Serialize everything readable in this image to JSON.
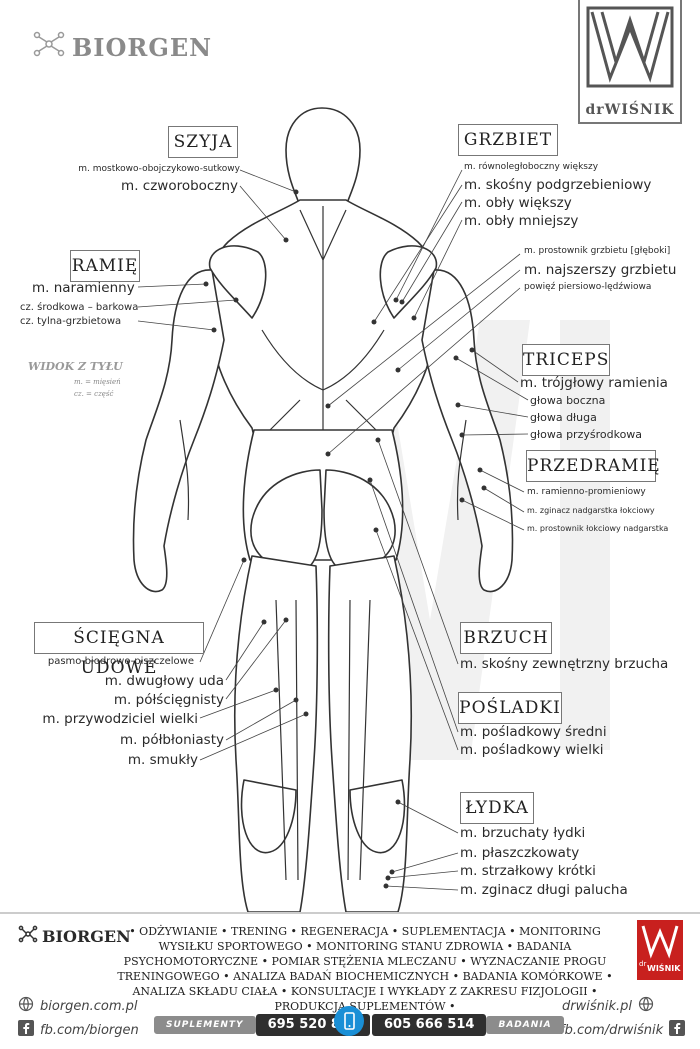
{
  "brand": {
    "name": "BIORGEN",
    "partner": "drWIŚNIK"
  },
  "view_label": "WIDOK Z TYŁU",
  "legend": [
    "m. = mięsień",
    "cz. = część"
  ],
  "groups": {
    "neck": {
      "title": "SZYJA",
      "items": [
        "m. mostkowo-obojczykowo-sutkowy",
        "m. czworoboczny"
      ]
    },
    "arm": {
      "title": "RAMIĘ",
      "items": [
        "m. naramienny",
        "cz. środkowa – barkowa",
        "cz. tylna-grzbietowa"
      ]
    },
    "back": {
      "title": "GRZBIET",
      "items": [
        "m. równoległoboczny większy",
        "m. skośny podgrzebieniowy",
        "m. obły większy",
        "m. obły mniejszy",
        "m. prostownik grzbietu [głęboki]",
        "m. najszerszy grzbietu",
        "powięź piersiowo-lędźwiowa"
      ]
    },
    "triceps": {
      "title": "TRICEPS",
      "items": [
        "m. trójgłowy ramienia",
        "głowa boczna",
        "głowa długa",
        "głowa przyśrodkowa"
      ]
    },
    "forearm": {
      "title": "PRZEDRAMIĘ",
      "items": [
        "m. ramienno-promieniowy",
        "m. zginacz nadgarstka łokciowy",
        "m. prostownik łokciowy nadgarstka"
      ]
    },
    "hamstrings": {
      "title": "ŚCIĘGNA UDOWE",
      "items": [
        "pasmo biodrowo-piszczelowe",
        "m. dwugłowy uda",
        "m. półścięgnisty",
        "m. przywodziciel wielki",
        "m. półbłoniasty",
        "m. smukły"
      ]
    },
    "abs": {
      "title": "BRZUCH",
      "items": [
        "m. skośny zewnętrzny brzucha"
      ]
    },
    "glutes": {
      "title": "POŚLADKI",
      "items": [
        "m. pośladkowy średni",
        "m. pośladkowy wielki"
      ]
    },
    "calf": {
      "title": "ŁYDKA",
      "items": [
        "m. brzuchaty łydki",
        "m. płaszczkowaty",
        "m. strzałkowy krótki",
        "m. zginacz długi palucha"
      ]
    }
  },
  "footer": {
    "brand": "BIORGEN",
    "services": "• ODŻYWIANIE • TRENING • REGENERACJA • SUPLEMENTACJA • MONITORING WYSIŁKU SPORTOWEGO • MONITORING STANU ZDROWIA • BADANIA PSYCHOMOTORYCZNE • POMIAR STĘŻENIA MLECZANU • WYZNACZANIE PROGU TRENINGOWEGO • ANALIZA BADAŃ BIOCHEMICZNYCH • BADANIA KOMÓRKOWE • ANALIZA SKŁADU CIAŁA • KONSULTACJE I WYKŁADY Z ZAKRESU FIZJOLOGII • PRODUKCJA SUPLEMENTÓW •",
    "web_left": "biorgen.com.pl",
    "fb_left": "fb.com/biorgen",
    "web_right": "drwiśnik.pl",
    "fb_right": "fb.com/drwiśnik",
    "supl_label": "SUPLEMENTY",
    "phone_supl": "695 520 880",
    "phone_bad": "605 666 514",
    "bad_label": "BADANIA",
    "logo_dr": "dr",
    "logo_name": "WIŚNIK"
  }
}
